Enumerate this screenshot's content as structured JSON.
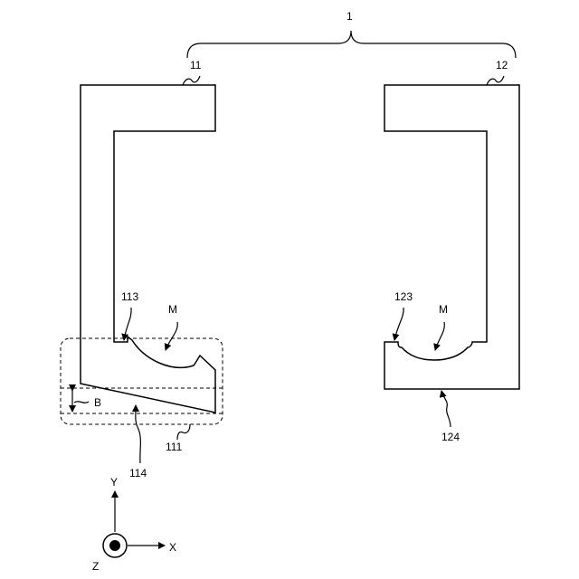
{
  "labels": {
    "assembly": "1",
    "part_left": "11",
    "part_right": "12",
    "left_contact": "113",
    "left_m": "M",
    "right_contact": "123",
    "right_m": "M",
    "region": "111",
    "bevel": "114",
    "offset": "B",
    "bottom_face": "124"
  },
  "axes": {
    "y": "Y",
    "x": "X",
    "z": "Z"
  }
}
